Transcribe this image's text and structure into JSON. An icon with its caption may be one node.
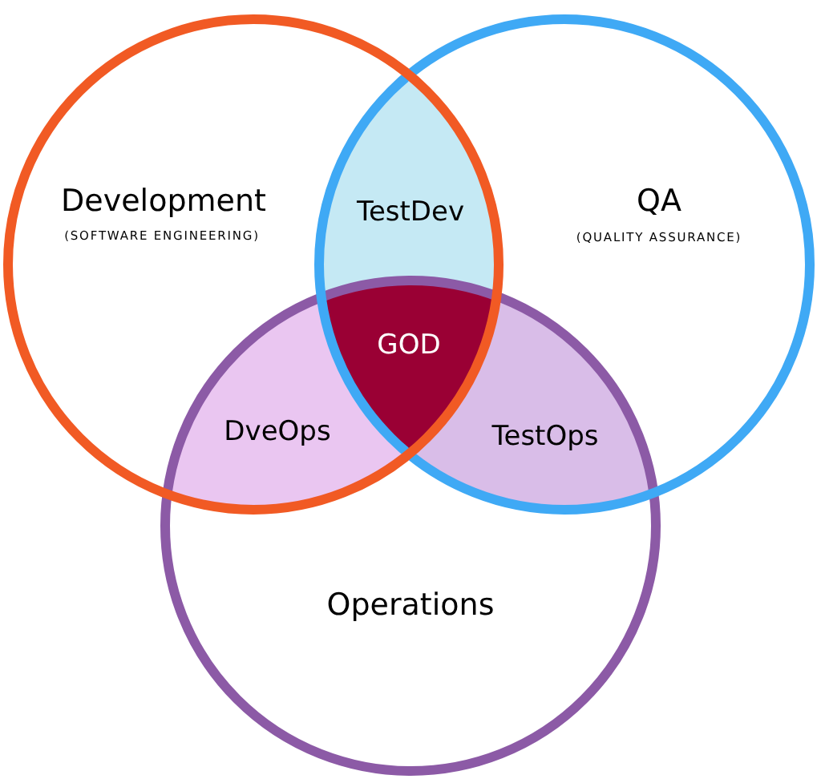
{
  "diagram": {
    "nodes": [
      {
        "text": [
          "Development",
          "(SOFTWARE ENGINEERING)"
        ]
      },
      {
        "text": [
          "QA",
          "(QUALITY ASSURANCE)"
        ]
      },
      {
        "text": [
          "Operations"
        ]
      },
      {
        "text": [
          "TestDev"
        ]
      },
      {
        "text": [
          "GOD"
        ]
      },
      {
        "text": [
          "DveOps"
        ]
      },
      {
        "text": [
          "TestOps"
        ]
      }
    ]
  }
}
